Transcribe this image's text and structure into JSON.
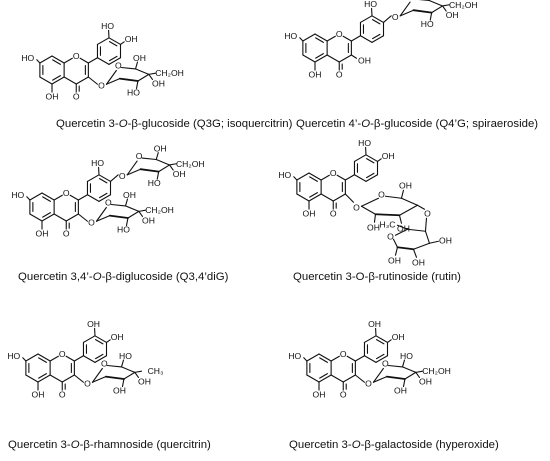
{
  "compounds": [
    {
      "caption": {
        "pre": "Quercetin 3-",
        "ital": "O",
        "post": "-β-glucoside (Q3G; isoquercitrin)"
      },
      "glycoside_position": "3",
      "sugar": "glucose",
      "labels": {
        "a7": "HO",
        "a5": "OH",
        "k4": "O",
        "b3": "HO",
        "b4": "OH",
        "s_oh_top": "OH",
        "s_oh_mid": "OH",
        "s_oh_low": "HO",
        "s_ch2oh": "CH₂OH",
        "s_ring_o": "O",
        "s_link_o": "O"
      }
    },
    {
      "caption": {
        "pre": "Quercetin 4’-",
        "ital": "O",
        "post": "-β-glucoside (Q4’G; spiraeroside)"
      },
      "glycoside_position": "4'",
      "sugar": "glucose",
      "labels": {
        "a7": "HO",
        "a5": "OH",
        "k4": "O",
        "c3": "OH",
        "b3": "HO",
        "s_oh_top": "OH",
        "s_oh_mid": "OH",
        "s_oh_low": "HO",
        "s_ch2oh": "CH₂OH",
        "s_ring_o": "O",
        "s_link_o": "O"
      }
    },
    {
      "caption": {
        "pre": "Quercetin 3,4’-",
        "ital": "O",
        "post": "-β-diglucoside (Q3,4’diG)"
      },
      "glycoside_position": "3,4'",
      "sugar": "glucose",
      "labels": {
        "a7": "HO",
        "a5": "OH",
        "k4": "O",
        "b3": "HO",
        "s1_oh_top": "OH",
        "s1_oh_mid": "OH",
        "s1_oh_low": "HO",
        "s1_ch2oh": "CH₂OH",
        "s1_ring_o": "O",
        "s1_link_o": "O",
        "s2_oh_top": "OH",
        "s2_oh_mid": "OH",
        "s2_oh_low": "HO",
        "s2_ch2oh": "CH₂OH",
        "s2_ring_o": "O",
        "s2_link_o": "O"
      }
    },
    {
      "caption": {
        "pre": "Quercetin 3-O-β-rutinoside (rutin)",
        "ital": "",
        "post": ""
      },
      "glycoside_position": "3",
      "sugar": "rutinose",
      "labels": {
        "a7": "HO",
        "a5": "OH",
        "k4": "O",
        "b3": "HO",
        "b4": "OH",
        "g_oh1": "OH",
        "g_oh2": "OH",
        "g_oh3": "OH",
        "g_ring_o": "O",
        "g_link_o": "O",
        "g_bridge_o": "O",
        "r_h3c": "H₃C",
        "r_ring_o": "O",
        "r_oh1": "OH",
        "r_oh2": "OH",
        "r_oh3": "OH"
      }
    },
    {
      "caption": {
        "pre": "Quercetin 3-",
        "ital": "O",
        "post": "-β-rhamnoside (quercitrin)"
      },
      "glycoside_position": "3",
      "sugar": "rhamnose",
      "labels": {
        "a7": "HO",
        "a5": "OH",
        "k4": "O",
        "b3": "OH",
        "b4": "OH",
        "s_oh_top": "HO",
        "s_oh_mid": "OH",
        "s_oh_low": "OH",
        "s_ch3": "CH₃",
        "s_ring_o": "O",
        "s_link_o": "O"
      }
    },
    {
      "caption": {
        "pre": "Quercetin 3-",
        "ital": "O",
        "post": "-β-galactoside (hyperoxide)"
      },
      "glycoside_position": "3",
      "sugar": "galactose",
      "labels": {
        "a7": "HO",
        "a5": "OH",
        "k4": "O",
        "b3": "OH",
        "b4": "OH",
        "s_oh_top": "HO",
        "s_oh_mid": "OH",
        "s_oh_low": "OH",
        "s_ch2oh": "CH₂OH",
        "s_ring_o": "O",
        "s_link_o": "O"
      }
    }
  ]
}
